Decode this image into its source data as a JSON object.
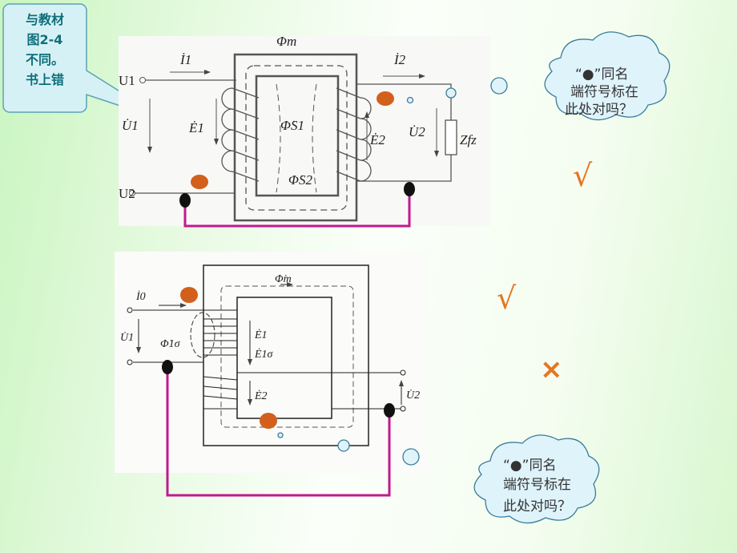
{
  "callout": {
    "lines": [
      "与教材",
      "图2-4",
      "不同。",
      "书上错"
    ]
  },
  "top_diagram": {
    "labels": {
      "flux_m": "Φm",
      "i1": "İ1",
      "i2": "İ2",
      "u1_terminal": "U1",
      "u2_terminal": "U2",
      "u1": "U̇1",
      "e1": "Ė1",
      "phi_s1": "Φ̇S1",
      "phi_s2": "Φ̇S2",
      "e2": "Ė2",
      "u2": "U̇2",
      "load": "Zfz"
    }
  },
  "bottom_diagram": {
    "labels": {
      "flux_m": "Φ̇m",
      "i0": "İ0",
      "u1": "U̇1",
      "phi_1sigma": "Φ̇1σ",
      "e1": "Ė1",
      "e1sigma": "Ė1σ",
      "e2": "Ė2",
      "u2": "U̇2"
    }
  },
  "clouds": [
    {
      "lines": [
        "“●”同名",
        "端符号标在",
        "此处对吗？"
      ]
    },
    {
      "lines": [
        "“●”同名",
        "端符号标在",
        "此处对吗？"
      ]
    }
  ],
  "marks": {
    "check1": "√",
    "check2": "√",
    "cross": "×"
  },
  "colors": {
    "orange_dot": "#d2601c",
    "black_dot": "#111111",
    "wire": "#c2188f",
    "mark": "#e8741e",
    "callout_text": "#0e6f7a"
  }
}
